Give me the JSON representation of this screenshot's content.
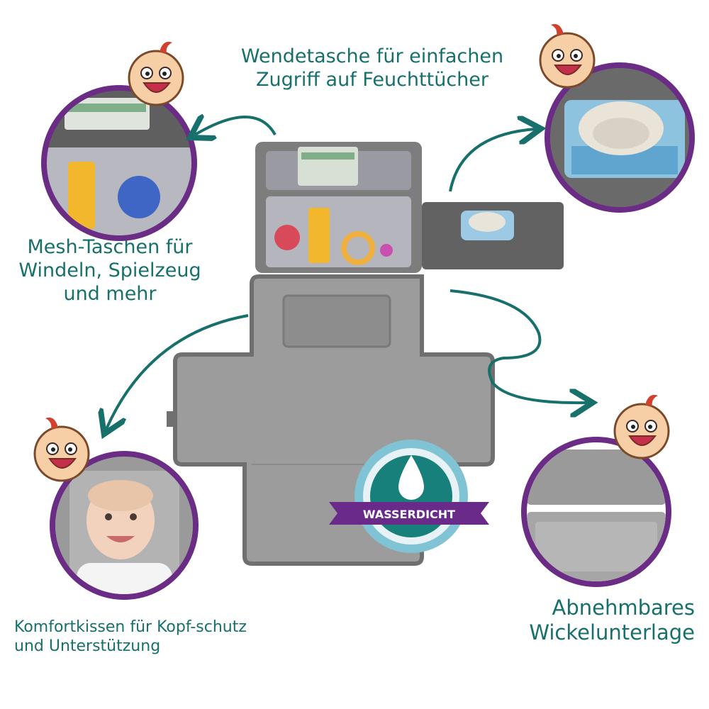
{
  "captions": {
    "top": [
      "Wendetasche für einfachen",
      "Zugriff auf Feuchttücher"
    ],
    "left": [
      "Mesh-Taschen für",
      "Windeln, Spielzeug",
      "und mehr"
    ],
    "bottom_left": [
      "Komfortkissen für Kopf-schutz",
      "und Unterstützung"
    ],
    "right": [
      "Abnehmbares",
      "Wickelunterlage"
    ]
  },
  "badge": {
    "label": "WASSERDICHT"
  },
  "colors": {
    "caption_teal": "#17706c",
    "circle_border": "#6b2c86",
    "mat_gray": "#9c9c9c",
    "badge_ribbon": "#6a2a8a",
    "badge_teal": "#17807a",
    "arrow": "#17706c"
  },
  "icons": [
    "baby-mascot-icon",
    "water-drop-icon",
    "curved-arrow-icon"
  ]
}
